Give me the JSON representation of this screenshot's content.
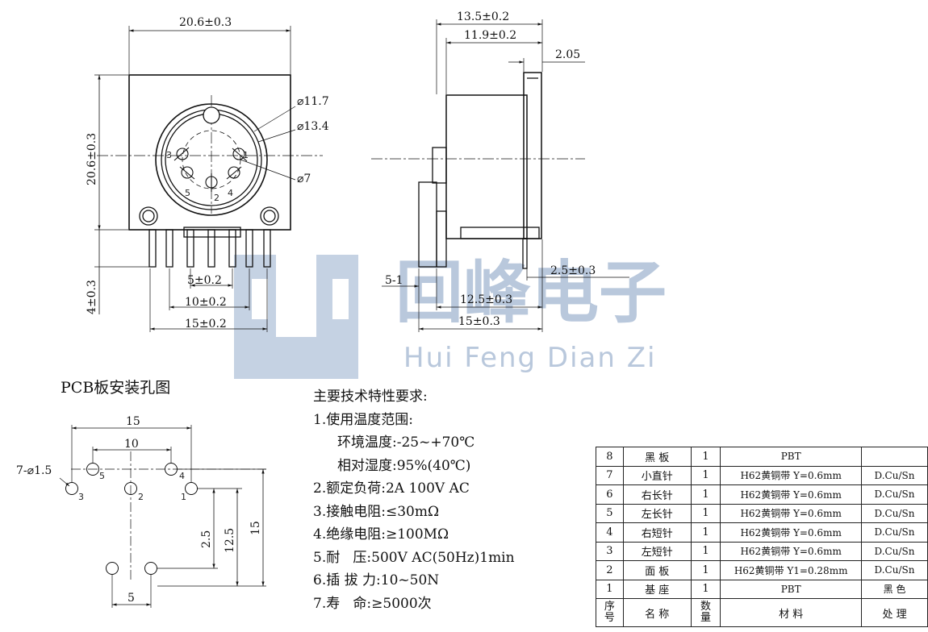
{
  "front_view": {
    "width_dim": "20.6±0.3",
    "height_dim": "20.6±0.3",
    "dia1": "⌀11.7",
    "dia2": "⌀13.4",
    "dia3": "⌀7",
    "pin_height_dim": "4±0.3",
    "pin_spacing_small": "5±0.2",
    "pin_spacing_mid": "10±0.2",
    "pin_spacing_wide": "15±0.2",
    "pin_labels": [
      "1",
      "2",
      "3",
      "4",
      "5"
    ]
  },
  "side_view": {
    "depth_dim_outer": "13.5±0.2",
    "depth_dim_inner": "11.9±0.2",
    "flange_dim": "2.05",
    "pin_len_dim": "2.5±0.3",
    "offset_dim": "5-1",
    "span_mid": "12.5±0.3",
    "span_full": "15±0.3"
  },
  "watermark": {
    "cn": "回峰电子",
    "en": "Hui Feng Dian Zi",
    "brand_color": "#b9c8dc"
  },
  "pcb": {
    "title": "PCB板安装孔图",
    "hole_dim": "7-⌀1.5",
    "width_outer": "15",
    "width_inner": "10",
    "width_bottom": "5",
    "h_small": "2.5",
    "h_mid": "12.5",
    "h_full": "15",
    "hole_labels": [
      "1",
      "2",
      "3",
      "4",
      "5"
    ]
  },
  "specs": {
    "heading": "主要技术特性要求:",
    "line1": "1.使用温度范围:",
    "line1a": "环境温度:-25~+70℃",
    "line1b": "相对湿度:95%(40℃)",
    "line2": "2.额定负荷:2A 100V AC",
    "line3": "3.接触电阻:≤30mΩ",
    "line4": "4.绝缘电阻:≥100MΩ",
    "line5": "5.耐   压:500V AC(50Hz)1min",
    "line6": "6.插 拔 力:10~50N",
    "line7": "7.寿   命:≥5000次"
  },
  "bom": {
    "rows": [
      {
        "no": "8",
        "name": "黑 板",
        "qty": "1",
        "material": "PBT",
        "finish": ""
      },
      {
        "no": "7",
        "name": "小直针",
        "qty": "1",
        "material": "H62黄铜带 Y=0.6mm",
        "finish": "D.Cu/Sn"
      },
      {
        "no": "6",
        "name": "右长针",
        "qty": "1",
        "material": "H62黄铜带 Y=0.6mm",
        "finish": "D.Cu/Sn"
      },
      {
        "no": "5",
        "name": "左长针",
        "qty": "1",
        "material": "H62黄铜带 Y=0.6mm",
        "finish": "D.Cu/Sn"
      },
      {
        "no": "4",
        "name": "右短针",
        "qty": "1",
        "material": "H62黄铜带 Y=0.6mm",
        "finish": "D.Cu/Sn"
      },
      {
        "no": "3",
        "name": "左短针",
        "qty": "1",
        "material": "H62黄铜带 Y=0.6mm",
        "finish": "D.Cu/Sn"
      },
      {
        "no": "2",
        "name": "面 板",
        "qty": "1",
        "material": "H62黄铜带 Y1=0.28mm",
        "finish": "D.Cu/Sn"
      },
      {
        "no": "1",
        "name": "基 座",
        "qty": "1",
        "material": "PBT",
        "finish": "黑 色"
      }
    ],
    "header": {
      "no_top": "序",
      "no_bottom": "号",
      "name": "名 称",
      "qty_top": "数",
      "qty_bottom": "量",
      "material": "材 料",
      "finish": "处 理"
    }
  }
}
